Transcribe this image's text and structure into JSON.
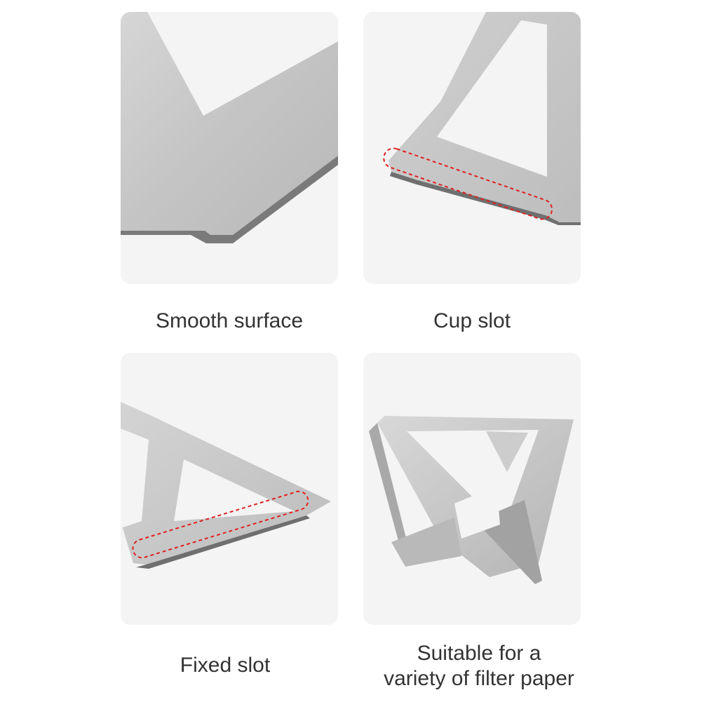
{
  "captions": {
    "smooth_surface": "Smooth surface",
    "cup_slot": "Cup slot",
    "fixed_slot": "Fixed slot",
    "filter_paper": {
      "line1": "Suitable for a",
      "line2": "variety of filter paper"
    }
  },
  "colors": {
    "panel_bg": "#f4f4f4",
    "metal": "#c9c9c9",
    "metal_edge": "#6a6a6a",
    "highlight_dash": "#e02020",
    "caption_text": "#333333"
  }
}
